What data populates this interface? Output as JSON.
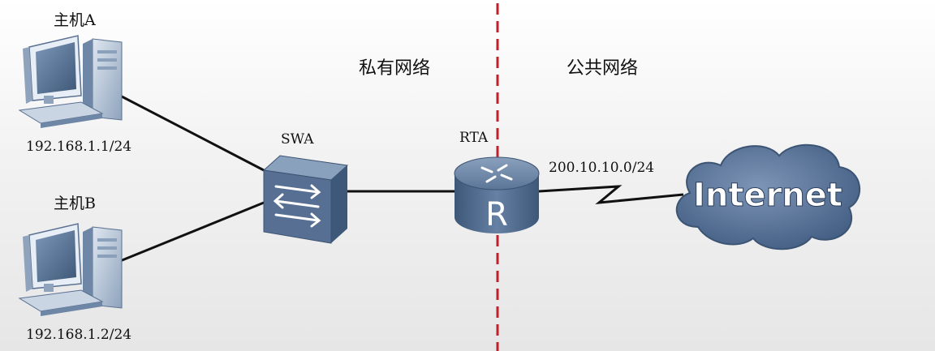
{
  "zones": {
    "private": "私有网络",
    "public": "公共网络"
  },
  "hosts": [
    {
      "name": "主机A",
      "ip": "192.168.1.1/24"
    },
    {
      "name": "主机B",
      "ip": "192.168.1.2/24"
    }
  ],
  "switch": {
    "name": "SWA"
  },
  "router": {
    "name": "RTA",
    "glyph": "R"
  },
  "wan": {
    "network": "200.10.10.0/24"
  },
  "cloud": {
    "label": "Internet"
  },
  "colors": {
    "divider": "#c0202a",
    "device_blue": "#4a6a8e",
    "cloud_blue": "#5a7499"
  }
}
